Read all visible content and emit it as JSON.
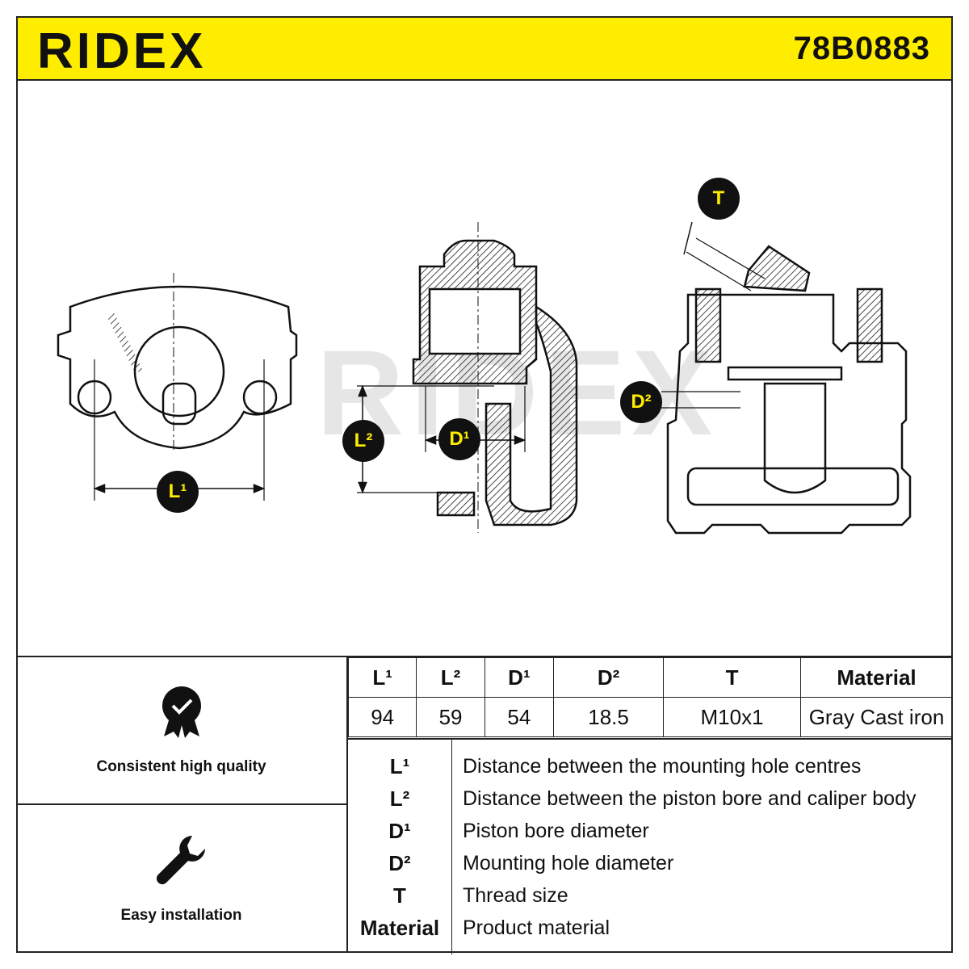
{
  "header": {
    "brand": "RIDEX",
    "part_number": "78B0883"
  },
  "watermark": "RIDEX",
  "callouts": {
    "l1": "L¹",
    "l2": "L²",
    "d1": "D¹",
    "d2": "D²",
    "t": "T"
  },
  "features": [
    {
      "label": "Consistent high quality",
      "icon": "quality-badge-icon"
    },
    {
      "label": "Easy installation",
      "icon": "wrench-icon"
    }
  ],
  "specs": {
    "headers": [
      "L¹",
      "L²",
      "D¹",
      "D²",
      "T",
      "Material"
    ],
    "values": [
      "94",
      "59",
      "54",
      "18.5",
      "M10x1",
      "Gray Cast iron"
    ]
  },
  "legend": [
    {
      "key": "L¹",
      "desc": "Distance between the mounting hole centres"
    },
    {
      "key": "L²",
      "desc": "Distance between the piston bore and caliper body"
    },
    {
      "key": "D¹",
      "desc": "Piston bore diameter"
    },
    {
      "key": "D²",
      "desc": "Mounting hole diameter"
    },
    {
      "key": "T",
      "desc": "Thread size"
    },
    {
      "key": "Material",
      "desc": "Product material"
    }
  ],
  "colors": {
    "brand_yellow": "#ffed00",
    "ink": "#111111"
  }
}
